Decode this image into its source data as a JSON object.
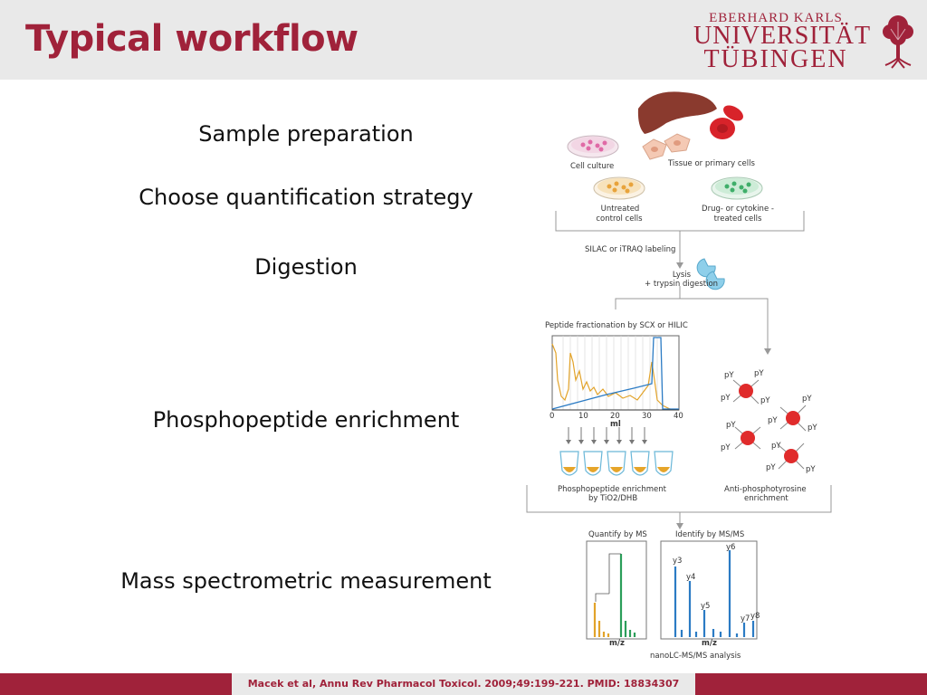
{
  "header": {
    "title": "Typical workflow",
    "logo": {
      "line1": "EBERHARD KARLS",
      "line2": "UNIVERSITÄT",
      "line3": "TÜBINGEN"
    },
    "accent_color": "#a0223a"
  },
  "steps": [
    "Sample preparation",
    "Choose quantification strategy",
    "Digestion",
    "Phosphopeptide enrichment",
    "Mass spectrometric measurement"
  ],
  "figure": {
    "cell_culture": "Cell culture",
    "tissue": "Tissue or primary cells",
    "untreated_1": "Untreated",
    "untreated_2": "control cells",
    "treated_1": "Drug- or cytokine -",
    "treated_2": "treated  cells",
    "labeling": "SILAC or iTRAQ labeling",
    "lysis_1": "Lysis",
    "lysis_2": "+ trypsin digestion",
    "fractionation": "Peptide fractionation by SCX or HILIC",
    "axis_ticks": [
      "0",
      "10",
      "20",
      "30",
      "40"
    ],
    "axis_unit": "ml",
    "enrich1_1": "Phosphopeptide enrichment",
    "enrich1_2": "by TiO2/DHB",
    "enrich2_1": "Anti-phosphotyrosine",
    "enrich2_2": "enrichment",
    "pY": "pY",
    "quantify": "Quantify by MS",
    "identify": "Identify by MS/MS",
    "mz": "m/z",
    "ions": [
      "y3",
      "y4",
      "y5",
      "y6",
      "y7",
      "y8"
    ],
    "analysis": "nanoLC-MS/MS analysis"
  },
  "footer": {
    "citation": "Macek et al, Annu Rev Pharmacol Toxicol. 2009;49:199-221. PMID: 18834307"
  }
}
